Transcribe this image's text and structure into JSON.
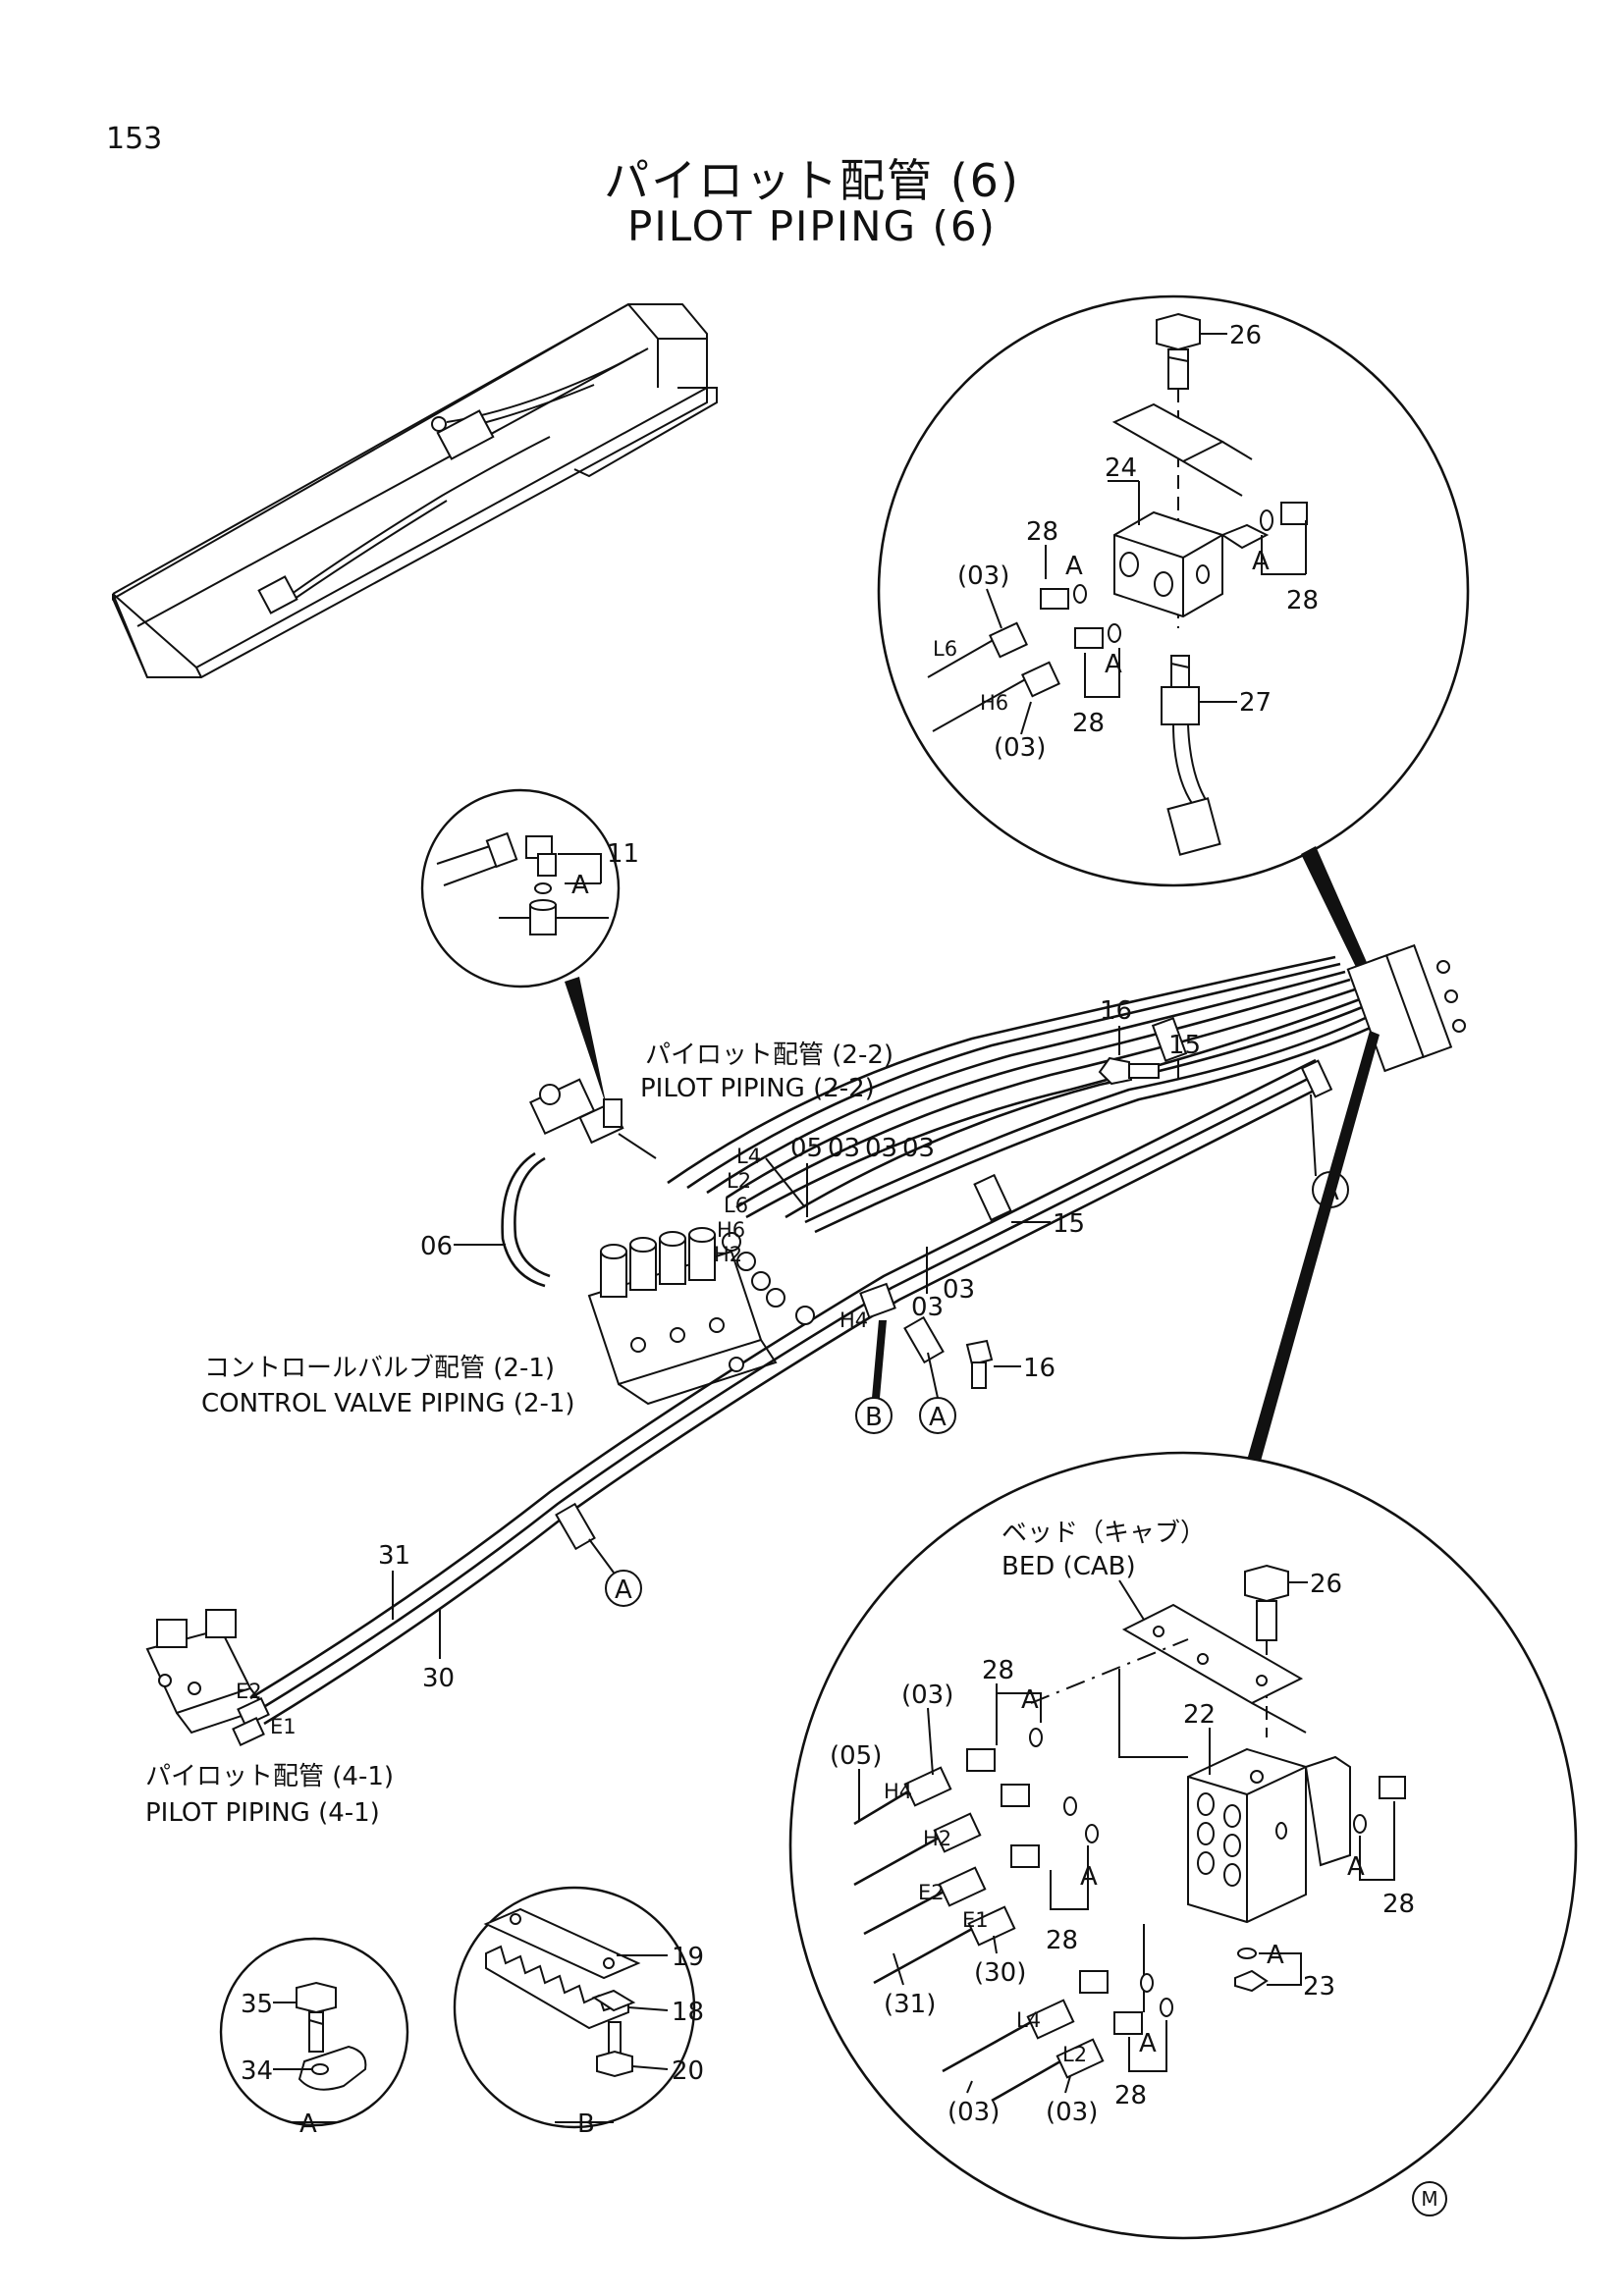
{
  "page_number": "153",
  "title_jp": "パイロット配管 (6)",
  "title_en": "PILOT PIPING (6)",
  "mark": "M",
  "refs": {
    "pp22_jp": "パイロット配管 (2-2)",
    "pp22_en": "PILOT PIPING (2-2)",
    "cv21_jp": "コントロールバルブ配管 (2-1)",
    "cv21_en": "CONTROL VALVE PIPING (2-1)",
    "pp41_jp": "パイロット配管 (4-1)",
    "pp41_en": "PILOT PIPING (4-1)",
    "bed_jp": "ベッド（キャブ）",
    "bed_en": "BED (CAB)"
  },
  "parts": {
    "p03": "03",
    "p03p": "(03)",
    "p05": "05",
    "p05p": "(05)",
    "p06": "06",
    "p11": "11",
    "p15": "15",
    "p16": "16",
    "p18": "18",
    "p19": "19",
    "p20": "20",
    "p22": "22",
    "p23": "23",
    "p24": "24",
    "p26": "26",
    "p27": "27",
    "p28": "28",
    "p30": "30",
    "p30p": "(30)",
    "p31": "31",
    "p31p": "(31)",
    "p34": "34",
    "p35": "35"
  },
  "ports": {
    "L2": "L2",
    "L4": "L4",
    "L6": "L6",
    "H2": "H2",
    "H4": "H4",
    "H6": "H6",
    "E1": "E1",
    "E2": "E2"
  },
  "callouts": {
    "A": "A",
    "B": "B"
  },
  "icons": [
    "bolt-icon",
    "sensor-icon",
    "fitting-icon",
    "valve-block-icon",
    "clamp-icon",
    "plate-icon"
  ]
}
